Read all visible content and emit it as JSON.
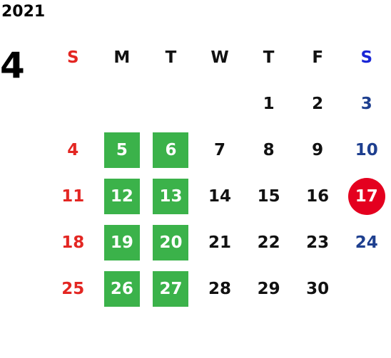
{
  "calendar": {
    "year": "2021",
    "month": "4",
    "weekdays": [
      "S",
      "M",
      "T",
      "W",
      "T",
      "F",
      "S"
    ],
    "weeks": [
      [
        "",
        "",
        "",
        "",
        "1",
        "2",
        "3"
      ],
      [
        "4",
        "5",
        "6",
        "7",
        "8",
        "9",
        "10"
      ],
      [
        "11",
        "12",
        "13",
        "14",
        "15",
        "16",
        "17"
      ],
      [
        "18",
        "19",
        "20",
        "21",
        "22",
        "23",
        "24"
      ],
      [
        "25",
        "26",
        "27",
        "28",
        "29",
        "30",
        ""
      ]
    ],
    "highlighted_days": [
      "5",
      "6",
      "12",
      "13",
      "19",
      "20",
      "26",
      "27"
    ],
    "marked_day": "17",
    "colors": {
      "sunday": "#e32622",
      "saturday": "#1e3f8f",
      "saturday_header": "#1a26d6",
      "highlight": "#3bb24a",
      "marked": "#e4001f",
      "text": "#111111"
    }
  }
}
